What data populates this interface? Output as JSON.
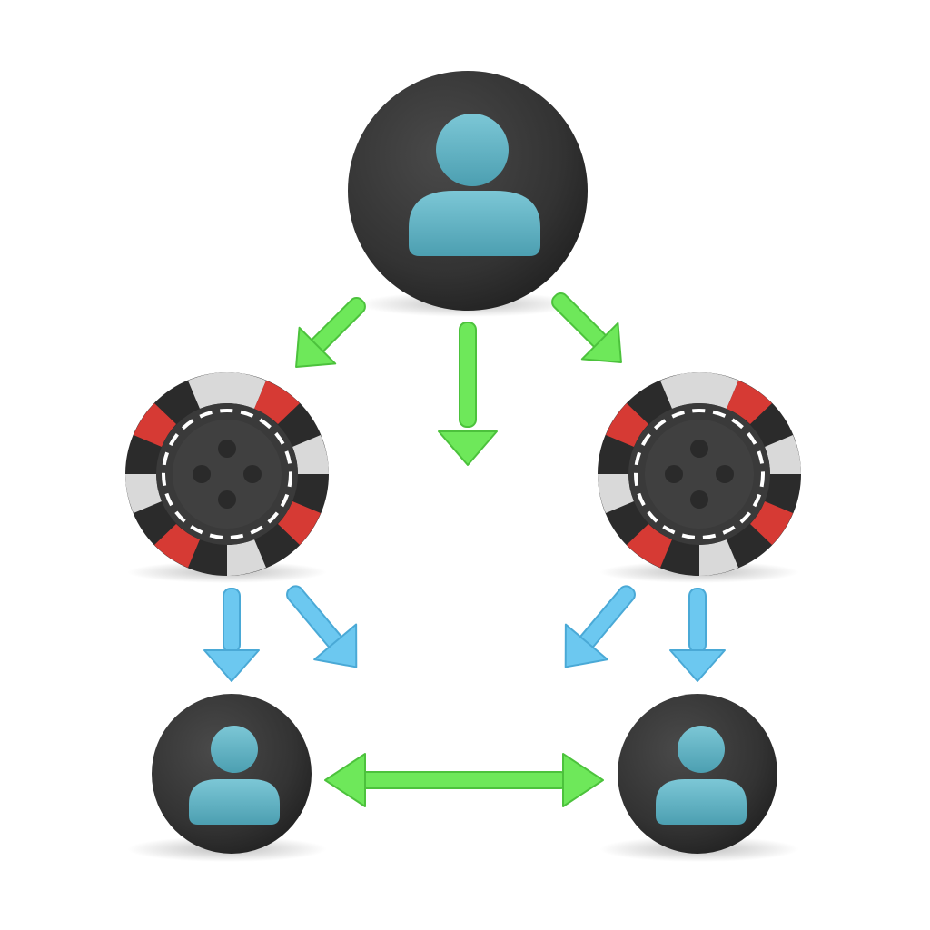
{
  "diagram": {
    "nodes": [
      {
        "id": "top-user",
        "kind": "user-icon",
        "label": ""
      },
      {
        "id": "left-chip",
        "kind": "poker-chip-icon",
        "label": ""
      },
      {
        "id": "right-chip",
        "kind": "poker-chip-icon",
        "label": ""
      },
      {
        "id": "bottom-left-user",
        "kind": "user-icon",
        "label": ""
      },
      {
        "id": "bottom-right-user",
        "kind": "user-icon",
        "label": ""
      }
    ],
    "edges": [
      {
        "from": "top-user",
        "to": "left-chip",
        "color": "green",
        "direction": "forward"
      },
      {
        "from": "top-user",
        "to": "center",
        "color": "green",
        "direction": "forward"
      },
      {
        "from": "top-user",
        "to": "right-chip",
        "color": "green",
        "direction": "forward"
      },
      {
        "from": "left-chip",
        "to": "bottom-left-user",
        "color": "blue",
        "direction": "forward"
      },
      {
        "from": "left-chip",
        "to": "center",
        "color": "blue",
        "direction": "forward"
      },
      {
        "from": "right-chip",
        "to": "center",
        "color": "blue",
        "direction": "forward"
      },
      {
        "from": "right-chip",
        "to": "bottom-right-user",
        "color": "blue",
        "direction": "forward"
      },
      {
        "from": "bottom-left-user",
        "to": "bottom-right-user",
        "color": "green",
        "direction": "both"
      }
    ]
  },
  "colors": {
    "background": "#ffffff",
    "node_dark": "#3a3a3a",
    "person": "#5fb3c4",
    "arrow_green": "#6ee85a",
    "arrow_blue": "#6cc8f0",
    "chip_red": "#d63a34",
    "chip_light": "#d9d9d9"
  }
}
